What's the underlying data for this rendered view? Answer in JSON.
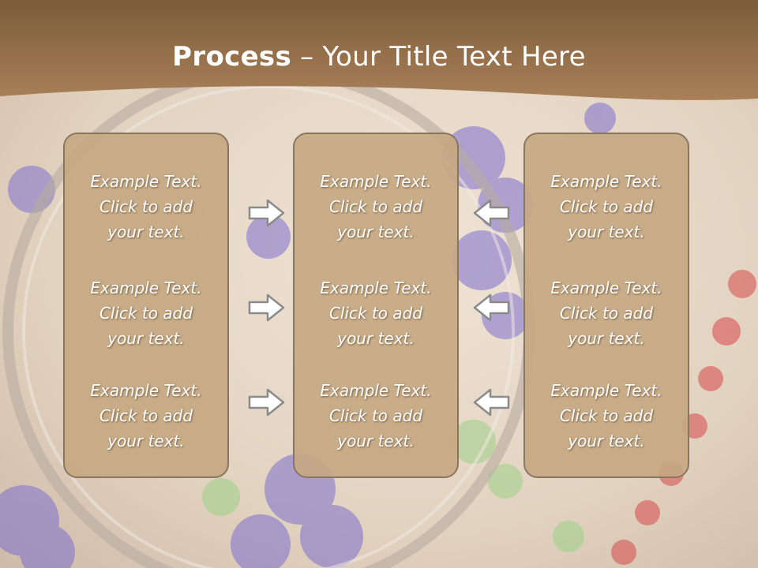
{
  "slide": {
    "title_bold": "Process",
    "title_rest": " – Your Title Text Here"
  },
  "columns": [
    {
      "items": [
        {
          "line1": "Example Text.",
          "line2": "Click  to add",
          "line3": "your text."
        },
        {
          "line1": "Example Text.",
          "line2": "Click  to add",
          "line3": "your text."
        },
        {
          "line1": "Example Text.",
          "line2": "Click  to add",
          "line3": "your text."
        }
      ]
    },
    {
      "items": [
        {
          "line1": "Example Text.",
          "line2": "Click  to add",
          "line3": "your text."
        },
        {
          "line1": "Example Text.",
          "line2": "Click  to add",
          "line3": "your text."
        },
        {
          "line1": "Example Text.",
          "line2": "Click  to add",
          "line3": "your text."
        }
      ]
    },
    {
      "items": [
        {
          "line1": "Example Text.",
          "line2": "Click  to add",
          "line3": "your text."
        },
        {
          "line1": "Example Text.",
          "line2": "Click  to add",
          "line3": "your text."
        },
        {
          "line1": "Example Text.",
          "line2": "Click  to add",
          "line3": "your text."
        }
      ]
    }
  ],
  "icons": {
    "left_arrows": "arrow-right-icon",
    "right_arrows": "arrow-left-icon"
  },
  "colors": {
    "header": "#9b7650",
    "box_fill": "#c6a882",
    "box_border": "#8a7560",
    "text": "#ffffff"
  }
}
